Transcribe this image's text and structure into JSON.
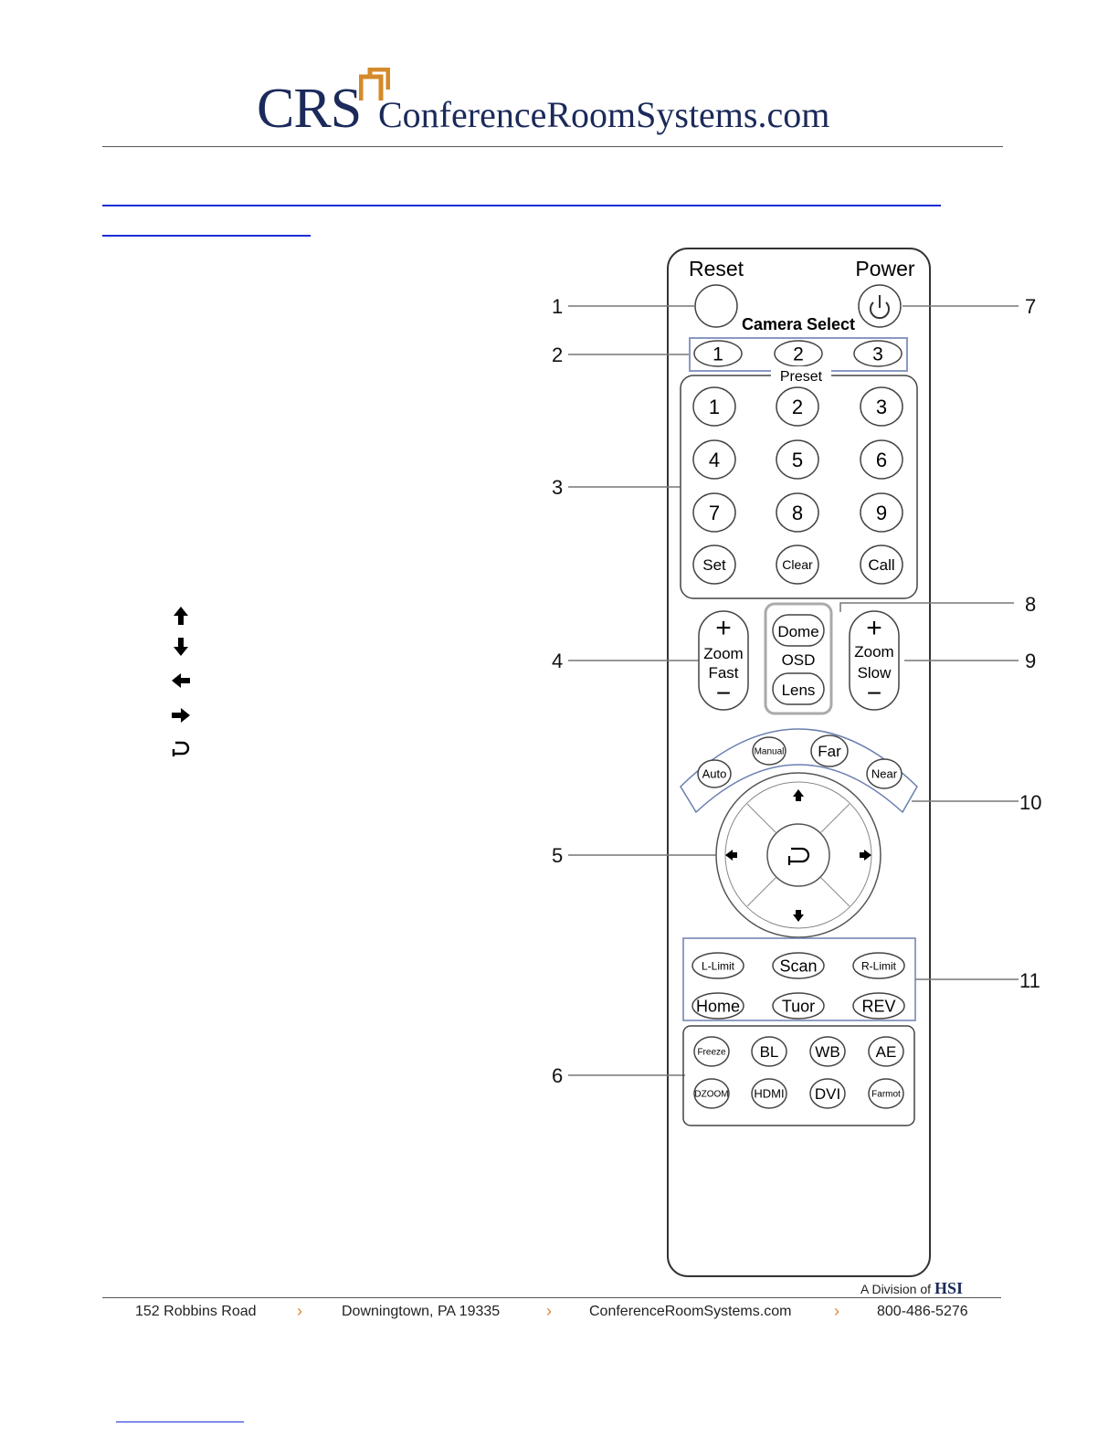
{
  "header": {
    "logo_abbrev": "CRS",
    "logo_name": "ConferenceRoomSystems.com"
  },
  "remote": {
    "reset": "Reset",
    "power": "Power",
    "camera_select": "Camera Select",
    "cameras": [
      "1",
      "2",
      "3"
    ],
    "preset": "Preset",
    "preset_keys": [
      "1",
      "2",
      "3",
      "4",
      "5",
      "6",
      "7",
      "8",
      "9",
      "Set",
      "Clear",
      "Call"
    ],
    "zoom_fast": [
      "Zoom",
      "Fast"
    ],
    "zoom_slow": [
      "Zoom",
      "Slow"
    ],
    "plus": "+",
    "minus": "−",
    "dome": "Dome",
    "osd": "OSD",
    "lens": "Lens",
    "focus": [
      "Auto",
      "Manual",
      "Far",
      "Near"
    ],
    "limits": [
      "L-Limit",
      "Scan",
      "R-Limit",
      "Home",
      "Tuor",
      "REV"
    ],
    "functions": [
      "Freeze",
      "BL",
      "WB",
      "AE",
      "DZOOM",
      "HDMI",
      "DVI",
      "Farmot"
    ]
  },
  "callouts": [
    "1",
    "2",
    "3",
    "4",
    "5",
    "6",
    "7",
    "8",
    "9",
    "10",
    "11"
  ],
  "footer": {
    "division": "A Division of",
    "division_brand": "HSI",
    "address": "152 Robbins Road",
    "city": "Downingtown, PA 19335",
    "website": "ConferenceRoomSystems.com",
    "phone": "800-486-5276",
    "separator": "›"
  }
}
